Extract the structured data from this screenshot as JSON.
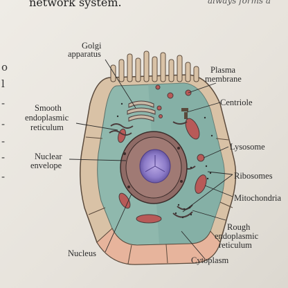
{
  "page": {
    "top_text": "network system.",
    "top_right_text": "always forms a",
    "margin_chars": [
      "o",
      "l",
      "-",
      "-",
      "-",
      "-",
      "-"
    ]
  },
  "labels": {
    "golgi_1": "Golgi",
    "golgi_2": "apparatus",
    "plasma_1": "Plasma",
    "plasma_2": "membrane",
    "smooth_1": "Smooth",
    "smooth_2": "endoplasmic",
    "smooth_3": "reticulum",
    "centriole": "Centriole",
    "nuclear_1": "Nuclear",
    "nuclear_2": "envelope",
    "lysosome": "Lysosome",
    "ribosomes": "Ribosomes",
    "mitochondria": "Mitochondria",
    "rough_1": "Rough",
    "rough_2": "endoplasmic",
    "rough_3": "reticulum",
    "nucleus": "Nucleus",
    "cytoplasm": "Cytoplasm"
  },
  "colors": {
    "membrane": "#d9c2a6",
    "cytoplasm": "#8fb8ad",
    "cytoplasm_dark": "#6f9e92",
    "organelle": "#b85a58",
    "nucleus_outer": "#8f6b66",
    "nucleolus": "#7b66b8"
  }
}
